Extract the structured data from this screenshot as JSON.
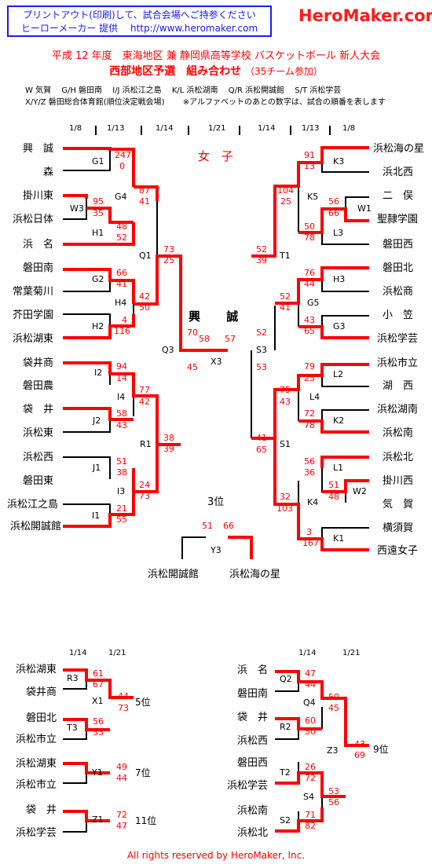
{
  "header": {
    "banner_line1": "プリントアウト(印刷)して、試合会場へご持参ください",
    "banner_line2": "ヒーローメーカー 提供　 http://www.heromaker.com",
    "brand": "HeroMaker.com",
    "title_line1": "平成 12 年度　東海地区 兼 静岡県高等学校 バスケットボール 新人大会",
    "title_line2": "西部地区予選　組み合わせ",
    "team_count": "（35チーム参加）",
    "venues_line1": "W 気賀　 G/H 磐田南　 I/J 浜松江之島　 K/L 浜松湖南　 Q/R 浜松開誠館　 S/T 浜松学芸",
    "venues_line2": "X/Y/Z 磐田総合体育館(順位決定戦会場)　　 ※アルファベットのあとの数字は、試合の順番を表します"
  },
  "main_bracket": {
    "division": "女 子",
    "dates": [
      "1/8",
      "1/13",
      "1/14",
      "1/21",
      "1/14",
      "1/13",
      "1/8"
    ],
    "champion": "興 誠",
    "left_teams": [
      "興　誠",
      "森",
      "掛川東",
      "浜松日体",
      "浜　名",
      "磐田南",
      "常葉菊川",
      "芥田学園",
      "浜松湖東",
      "袋井商",
      "磐田農",
      "袋　井",
      "浜松東",
      "浜松西",
      "磐田東",
      "浜松江之島",
      "浜松開誠館"
    ],
    "right_teams": [
      "浜松海の星",
      "浜北西",
      "二　俣",
      "聖隷学園",
      "磐田西",
      "磐田北",
      "浜松商",
      "小　笠",
      "浜松学芸",
      "浜松市立",
      "湖　西",
      "浜松湖南",
      "浜松南",
      "浜松北",
      "掛川西",
      "気　賀",
      "横須賀",
      "西遠女子"
    ],
    "games": [
      "G1",
      "W3",
      "H1",
      "G4",
      "G2",
      "H2",
      "H4",
      "Q1",
      "I2",
      "J2",
      "I4",
      "J1",
      "I1",
      "I3",
      "R1",
      "Q3",
      "X3",
      "K3",
      "W1",
      "L3",
      "K5",
      "H3",
      "G3",
      "G5",
      "T1",
      "L2",
      "K2",
      "L4",
      "W2",
      "L1",
      "K1",
      "K4",
      "S1",
      "S3"
    ],
    "scores": {
      "g1": [
        "247",
        "0"
      ],
      "w3": [
        "95",
        "35"
      ],
      "h1": [
        "48",
        "52"
      ],
      "g4": [
        "87",
        "41"
      ],
      "g2": [
        "66",
        "41"
      ],
      "h2": [
        "4",
        "116"
      ],
      "h4": [
        "42",
        "50"
      ],
      "q1": [
        "73",
        "25"
      ],
      "i2": [
        "94",
        "14"
      ],
      "j2": [
        "58",
        "43"
      ],
      "i4": [
        "77",
        "42"
      ],
      "j1": [
        "51",
        "38"
      ],
      "i1": [
        "21",
        "55"
      ],
      "i3": [
        "24",
        "73"
      ],
      "r1": [
        "38",
        "39"
      ],
      "q3": [
        "70",
        "45"
      ],
      "x3": [
        "58",
        "57"
      ],
      "s3": [
        "52",
        "53"
      ],
      "k3": [
        "91",
        "13"
      ],
      "w1": [
        "56",
        "66"
      ],
      "l3": [
        "50",
        "78"
      ],
      "k5": [
        "104",
        "25"
      ],
      "h3": [
        "76",
        "44"
      ],
      "g3": [
        "43",
        "65"
      ],
      "g5": [
        "52",
        "41"
      ],
      "t1": [
        "52",
        "39"
      ],
      "l2": [
        "79",
        "25"
      ],
      "k2": [
        "72",
        "78"
      ],
      "l4": [
        "75",
        "43"
      ],
      "w2": [
        "51",
        "48"
      ],
      "l1": [
        "56",
        "36"
      ],
      "k1": [
        "3",
        "167"
      ],
      "k4": [
        "32",
        "103"
      ],
      "s1": [
        "41",
        "65"
      ]
    }
  },
  "third_place": {
    "label": "3位",
    "game": "Y3",
    "teams": [
      "浜松開誠館",
      "浜松海の星"
    ],
    "scores": [
      "51",
      "66"
    ]
  },
  "lower_left": {
    "dates": [
      "1/14",
      "1/21"
    ],
    "teams": [
      "浜松湖東",
      "袋井商",
      "磐田北",
      "浜松市立"
    ],
    "games": [
      "R3",
      "T3",
      "X1"
    ],
    "scores": {
      "r3": [
        "61",
        "67"
      ],
      "t3": [
        "56",
        "53"
      ],
      "x1": [
        "44",
        "73"
      ]
    },
    "x1_label": "5位",
    "y1": {
      "teams": [
        "浜松湖東",
        "浜松市立"
      ],
      "game": "Y1",
      "scores": [
        "49",
        "44"
      ],
      "label": "7位"
    },
    "z1": {
      "teams": [
        "袋　井",
        "浜松学芸"
      ],
      "game": "Z1",
      "scores": [
        "72",
        "47"
      ],
      "label": "11位"
    }
  },
  "lower_right": {
    "dates": [
      "1/14",
      "1/21"
    ],
    "teams": [
      "浜　名",
      "磐田南",
      "袋　井",
      "浜松西",
      "磐田西",
      "浜松学芸",
      "浜松南",
      "浜松北"
    ],
    "games": [
      "Q2",
      "R2",
      "Q4",
      "T2",
      "S2",
      "S4",
      "Z3"
    ],
    "scores": {
      "q2": [
        "47",
        "44"
      ],
      "r2": [
        "60",
        "50"
      ],
      "q4": [
        "50",
        "45"
      ],
      "t2": [
        "26",
        "72"
      ],
      "s2": [
        "71",
        "82"
      ],
      "s4": [
        "53",
        "56"
      ],
      "z3": [
        "43",
        "69"
      ]
    },
    "z3_label": "9位"
  },
  "footer": "All rights reserved by HeroMaker, Inc.",
  "colors": {
    "winner_line": "#ff0000",
    "banner": "#1a1aff",
    "brand": "#ff1a1a"
  }
}
